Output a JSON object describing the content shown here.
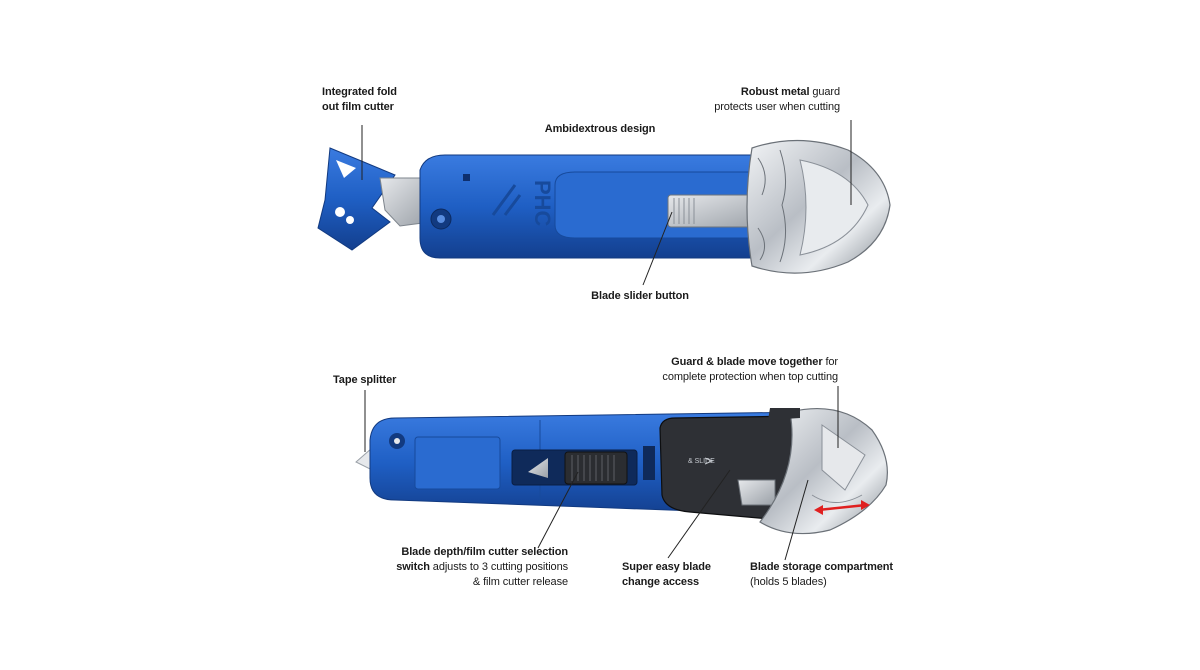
{
  "labels": {
    "film_cutter": {
      "bold_1": "Integrated fold",
      "bold_2": "out film cutter"
    },
    "ambidextrous": {
      "bold": "Ambidextrous design"
    },
    "metal_guard": {
      "bold": "Robust metal",
      "rest": " guard",
      "line2": "protects user when cutting"
    },
    "slider": {
      "bold": "Blade slider button"
    },
    "tape_splitter": {
      "bold": "Tape splitter"
    },
    "guard_blade": {
      "bold": "Guard & blade move together",
      "rest": " for",
      "line2": "complete protection when top cutting"
    },
    "depth_switch": {
      "bold_1": "Blade depth/film cutter selection",
      "bold_2": "switch",
      "rest_2": " adjusts to 3 cutting positions",
      "line3": "& film cutter release"
    },
    "blade_change": {
      "bold_1": "Super easy blade",
      "bold_2": "change access"
    },
    "storage": {
      "bold": "Blade storage compartment",
      "line2": "(holds 5 blades)"
    }
  },
  "product_marks": {
    "model": "PHC",
    "slide_label": "& SLIDE"
  },
  "colors": {
    "body_blue": "#1f5fc4",
    "body_dark": "#143f8a",
    "metal": "#c8ccd2",
    "label": "#1a1a1a",
    "accent_red": "#e02020"
  }
}
